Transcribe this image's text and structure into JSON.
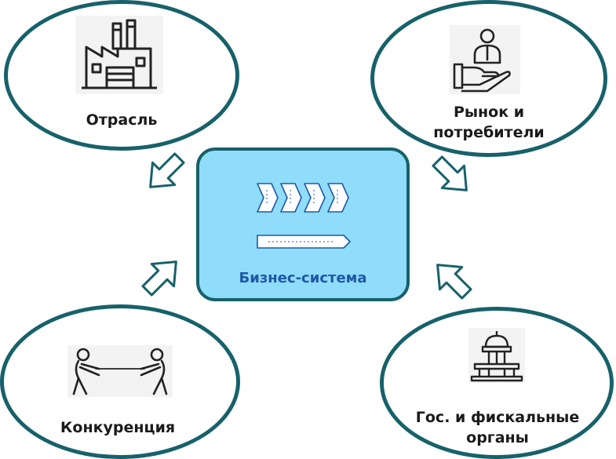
{
  "center": {
    "label": "Бизнес-система"
  },
  "nodes": {
    "industry": {
      "label": "Отрасль",
      "icon": "factory-icon"
    },
    "market": {
      "label_line1": "Рынок и",
      "label_line2": "потребители",
      "icon": "customer-hand-icon"
    },
    "competition": {
      "label": "Конкуренция",
      "icon": "tug-of-war-icon"
    },
    "government": {
      "label_line1": "Гос. и фискальные",
      "label_line2": "органы",
      "icon": "government-building-icon"
    }
  },
  "colors": {
    "border": "#17616a",
    "center_fill": "#8fdcfb",
    "center_text": "#1f58a6",
    "arrow_stroke": "#17616a"
  }
}
